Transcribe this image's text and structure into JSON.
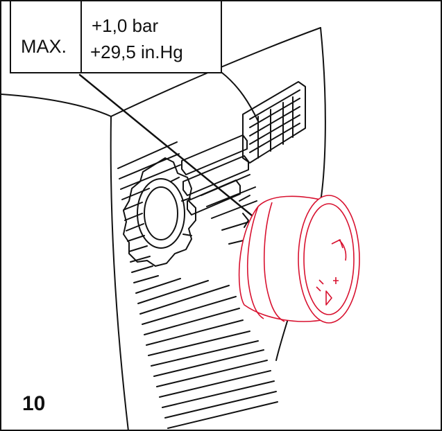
{
  "callout": {
    "label": "MAX.",
    "line1": "+1,0 bar",
    "line2": "+29,5 in.Hg"
  },
  "figure_number": "10",
  "colors": {
    "line": "#111111",
    "highlight": "#d8112f",
    "background": "#ffffff"
  },
  "icons": [
    "rotation-arrow-icon",
    "minus-symbol-icon",
    "plus-symbol-icon"
  ]
}
